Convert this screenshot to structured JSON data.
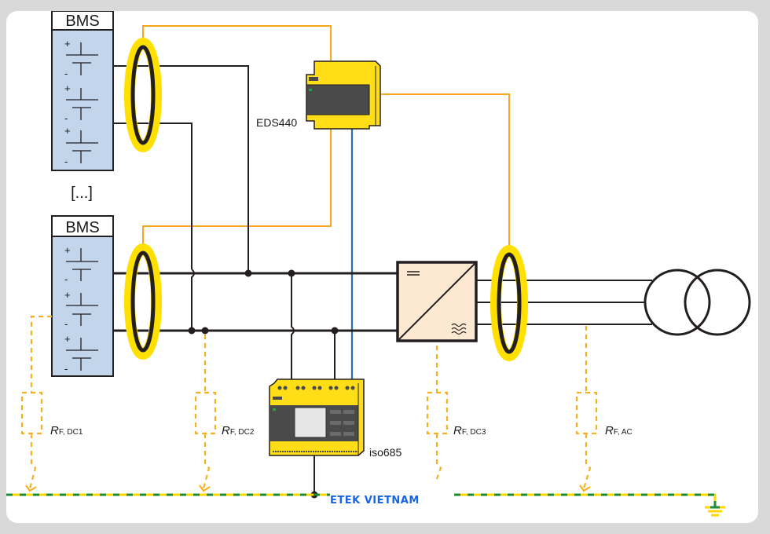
{
  "diagram": {
    "title": "Insulation monitoring and fault location in a battery storage system",
    "bms_units": [
      {
        "label": "BMS",
        "cells": [
          {
            "plus": "+",
            "minus": "-"
          },
          {
            "plus": "+",
            "minus": "-"
          },
          {
            "plus": "+",
            "minus": "-"
          }
        ]
      },
      {
        "label": "BMS",
        "cells": [
          {
            "plus": "+",
            "minus": "-"
          },
          {
            "plus": "+",
            "minus": "-"
          },
          {
            "plus": "+",
            "minus": "-"
          }
        ]
      }
    ],
    "ellipsis": "[...]",
    "devices": {
      "eds": {
        "label": "EDS440"
      },
      "iso": {
        "label": "iso685"
      }
    },
    "fault_resistances": [
      {
        "main": "R",
        "sub": "F, DC1"
      },
      {
        "main": "R",
        "sub": "F, DC2"
      },
      {
        "main": "R",
        "sub": "F, DC3"
      },
      {
        "main": "R",
        "sub": "F, AC"
      }
    ],
    "components": [
      "battery-cell",
      "current-transformer",
      "dc-ac-inverter",
      "transformer",
      "ground"
    ],
    "colors": {
      "conductor": "#231f20",
      "signal_orange": "#f5a81c",
      "bus_blue": "#1f6fb2",
      "ct_yellow": "#ffe000",
      "device_yellow": "#ffde17",
      "device_dark": "#4a4a4a",
      "bms_fill": "#c3d5ea",
      "inverter_fill": "#fde9d2",
      "pe_green": "#1f8a3a",
      "pe_yellow": "#ffd700"
    }
  },
  "watermark": "ETEK VIETNAM"
}
